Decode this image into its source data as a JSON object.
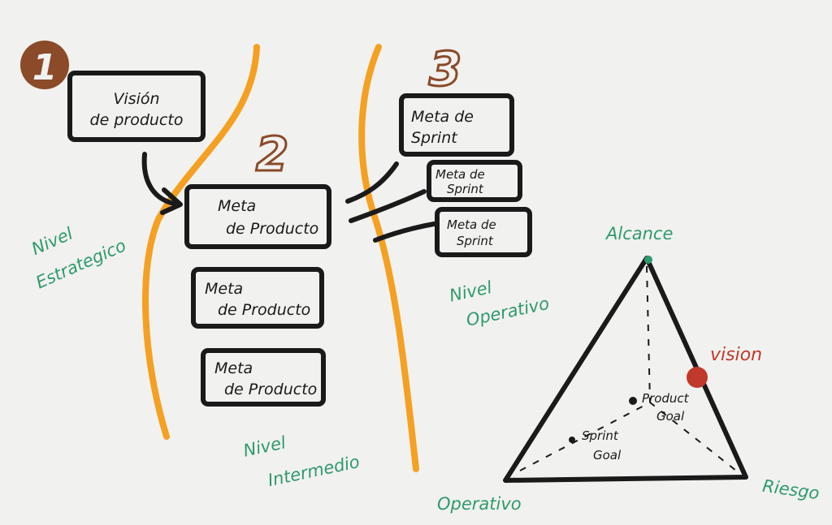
{
  "colors": {
    "ink": "#1a1a1a",
    "orange": "#f4a022",
    "brown": "#8b4a28",
    "green": "#2e9a6a",
    "red": "#c0392b"
  },
  "markers": {
    "one": "1",
    "two": "2",
    "three": "3"
  },
  "strategic": {
    "vision_line1": "Visión",
    "vision_line2": "de producto",
    "label_line1": "Nivel",
    "label_line2": "Estrategico"
  },
  "intermediate": {
    "goals": [
      {
        "line1": "Meta",
        "line2": "de Producto"
      },
      {
        "line1": "Meta",
        "line2": "de Producto"
      },
      {
        "line1": "Meta",
        "line2": "de Producto"
      }
    ],
    "label_line1": "Nivel",
    "label_line2": "Intermedio"
  },
  "operative": {
    "sprints": [
      {
        "line1": "Meta de",
        "line2": "Sprint"
      },
      {
        "line1": "Meta de",
        "line2": "Sprint"
      },
      {
        "line1": "Meta de",
        "line2": "Sprint"
      }
    ],
    "label_line1": "Nivel",
    "label_line2": "Operativo"
  },
  "triangle": {
    "top": "Alcance",
    "right": "Riesgo",
    "left": "Operativo",
    "vision": "vision",
    "product_line1": "Product",
    "product_line2": "Goal",
    "sprint_line1": "Sprint",
    "sprint_line2": "Goal"
  }
}
